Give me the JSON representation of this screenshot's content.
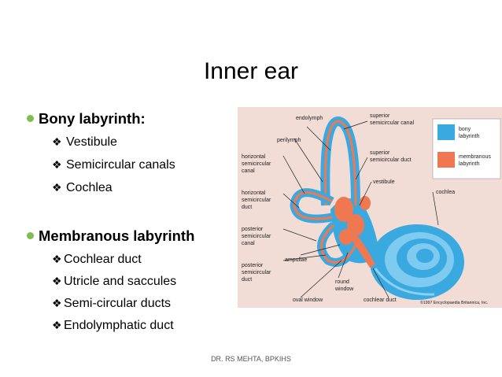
{
  "slide": {
    "title": "Inner ear",
    "sections": [
      {
        "heading": "Bony labyrinth:",
        "items": [
          "Vestibule",
          "Semicircular canals",
          "Cochlea"
        ]
      },
      {
        "heading": "Membranous labyrinth",
        "items": [
          "Cochlear duct",
          "Utricle and saccules",
          "Semi-circular ducts",
          "Endolymphatic duct"
        ]
      }
    ],
    "footer": "DR. RS MEHTA, BPKIHS"
  },
  "figure": {
    "labels": {
      "endolymph": "endolymph",
      "perilymph": "perilymph",
      "horizontal_canal": [
        "horizontal",
        "semicircular",
        "canal"
      ],
      "horizontal_duct": [
        "horizontal",
        "semicircular",
        "duct"
      ],
      "posterior_canal": [
        "posterior",
        "semicircular",
        "canal"
      ],
      "posterior_duct": [
        "posterior",
        "semicircular",
        "duct"
      ],
      "superior_canal": [
        "superior",
        "semicircular canal"
      ],
      "superior_duct": [
        "superior",
        "semicircular duct"
      ],
      "vestibule": "vestibule",
      "cochlea": "cochlea",
      "ampullae": "ampullae",
      "round_window": [
        "round",
        "window"
      ],
      "oval_window": "oval window",
      "cochlear_duct": "cochlear duct",
      "legend_bony": [
        "bony",
        "labyrinth"
      ],
      "legend_membranous": [
        "membranous",
        "labyrinth"
      ]
    },
    "credit": "©1997 Encyclopaedia Britannica, Inc.",
    "colors": {
      "bony": "#3aa9e0",
      "membranous": "#f07850",
      "background": "#f2dcd6"
    }
  }
}
